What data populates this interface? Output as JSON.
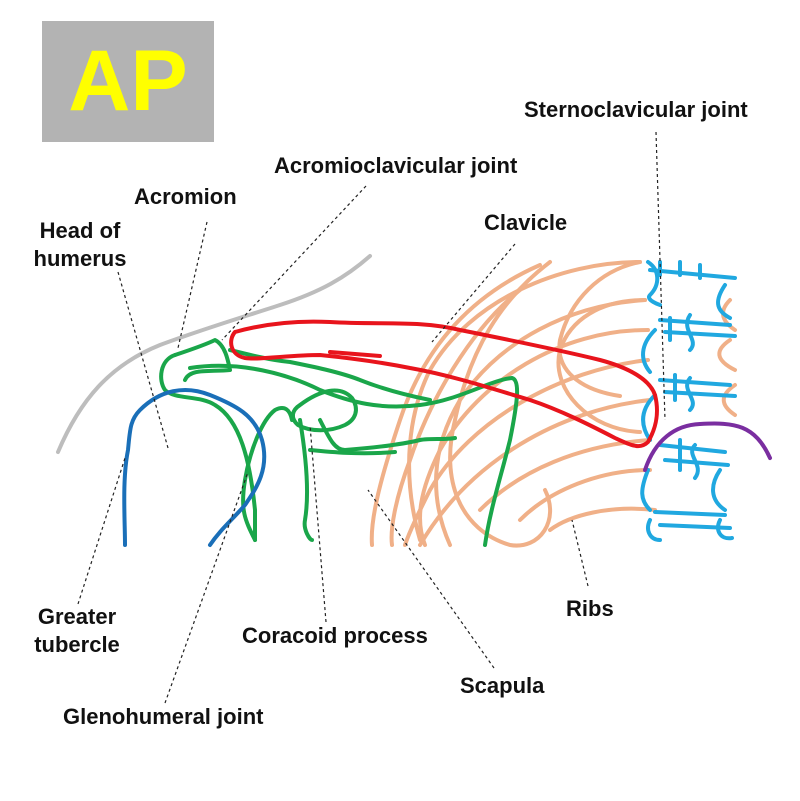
{
  "view_badge": {
    "text": "AP",
    "background": "#b3b3b3",
    "color": "#ffff00"
  },
  "labels": {
    "sternoclavicular_joint": "Sternoclavicular joint",
    "acromioclavicular_joint": "Acromioclavicular joint",
    "acromion": "Acromion",
    "head_of_humerus": "Head of\nhumerus",
    "clavicle": "Clavicle",
    "greater_tubercle": "Greater\ntubercle",
    "coracoid_process": "Coracoid process",
    "ribs": "Ribs",
    "scapula": "Scapula",
    "glenohumeral_joint": "Glenohumeral joint"
  },
  "colors": {
    "clavicle": "#e8141c",
    "scapula": "#1aa64a",
    "humerus": "#1a6fb8",
    "ribs": "#f0b088",
    "vertebrae": "#20a8e0",
    "first_rib": "#7a2ea0",
    "soft_tissue": "#bdbdbd"
  }
}
